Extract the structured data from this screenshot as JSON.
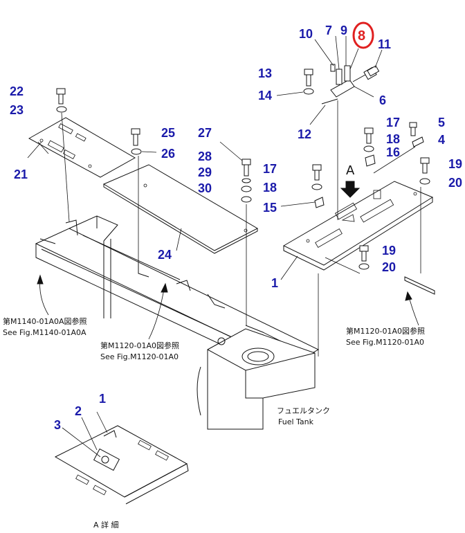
{
  "callouts": [
    {
      "label": "10"
    },
    {
      "label": "7"
    },
    {
      "label": "9"
    },
    {
      "label": "8"
    },
    {
      "label": "11"
    },
    {
      "label": "13"
    },
    {
      "label": "14"
    },
    {
      "label": "6"
    },
    {
      "label": "12"
    },
    {
      "label": "17"
    },
    {
      "label": "18"
    },
    {
      "label": "16"
    },
    {
      "label": "5"
    },
    {
      "label": "4"
    },
    {
      "label": "19"
    },
    {
      "label": "20"
    },
    {
      "label": "22"
    },
    {
      "label": "23"
    },
    {
      "label": "21"
    },
    {
      "label": "25"
    },
    {
      "label": "26"
    },
    {
      "label": "27"
    },
    {
      "label": "28"
    },
    {
      "label": "29"
    },
    {
      "label": "30"
    },
    {
      "label": "17"
    },
    {
      "label": "18"
    },
    {
      "label": "15"
    },
    {
      "label": "24"
    },
    {
      "label": "1"
    },
    {
      "label": "19"
    },
    {
      "label": "20"
    },
    {
      "label": "1"
    },
    {
      "label": "2"
    },
    {
      "label": "3"
    }
  ],
  "highlight": {
    "label": "8",
    "ring_color": "#e02020"
  },
  "label_color": "#1a1aaa",
  "view_marker": "A",
  "references": {
    "left_jp": "第M1140-01A0A図参照",
    "left_en": "See Fig.M1140-01A0A",
    "center_jp": "第M1120-01A0図参照",
    "center_en": "See Fig.M1120-01A0",
    "right_jp": "第M1120-01A0図参照",
    "right_en": "See Fig.M1120-01A0"
  },
  "fuel_tank": {
    "jp": "フュエルタンク",
    "en": "Fuel Tank"
  },
  "detail_caption": "A 詳 細"
}
